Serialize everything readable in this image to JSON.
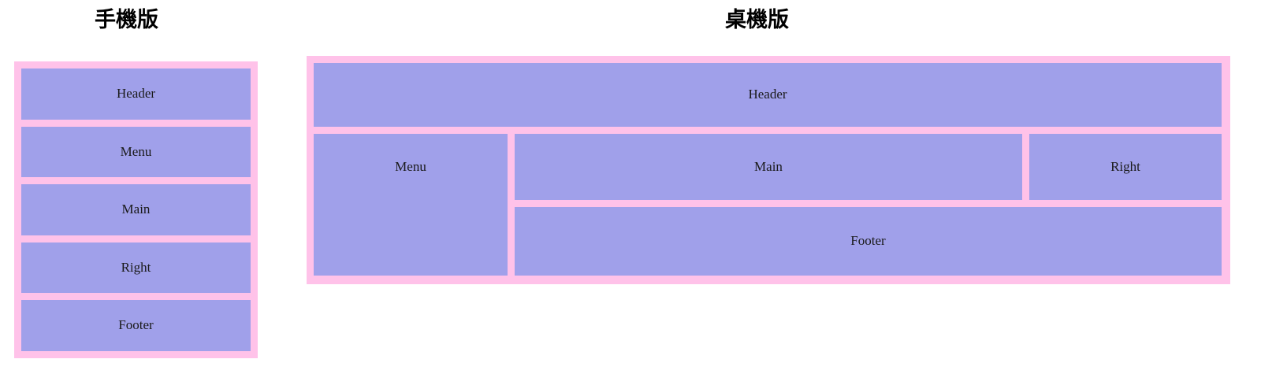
{
  "page": {
    "background_color": "#ffffff",
    "box_fill_color": "#a0a0ea",
    "box_gap_color": "#ffc2e9",
    "text_color": "#1a1a1a"
  },
  "mobile": {
    "title": "手機版",
    "regions": [
      {
        "label": "Header"
      },
      {
        "label": "Menu"
      },
      {
        "label": "Main"
      },
      {
        "label": "Right"
      },
      {
        "label": "Footer"
      }
    ]
  },
  "desktop": {
    "title": "桌機版",
    "regions": {
      "header": "Header",
      "menu": "Menu",
      "main": "Main",
      "right": "Right",
      "footer": "Footer"
    }
  }
}
